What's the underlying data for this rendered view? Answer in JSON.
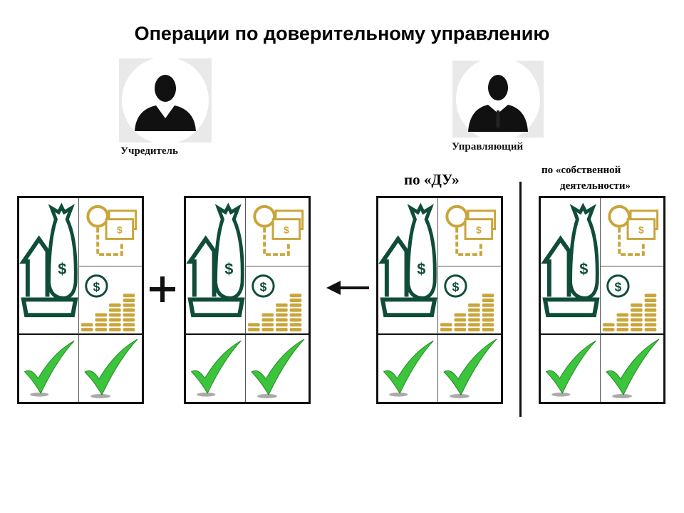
{
  "title": "Операции по доверительному управлению",
  "founder": {
    "label": "Учредитель",
    "icon": "person-silhouette-icon"
  },
  "manager": {
    "label": "Управляющий",
    "icon": "person-suit-silhouette-icon"
  },
  "captions": {
    "trust": "по «ДУ»",
    "own_line1": "по «собственной",
    "own_line2": "деятельности»"
  },
  "operators": {
    "plus": "plus-icon",
    "arrow": "arrow-left-icon"
  },
  "colors": {
    "green_dark": "#0f4d3a",
    "gold": "#c9a53a",
    "check": "#3cc43c"
  },
  "cards": [
    {
      "id": "founder-assets"
    },
    {
      "id": "founder-added"
    },
    {
      "id": "trust-operations"
    },
    {
      "id": "own-operations"
    }
  ]
}
